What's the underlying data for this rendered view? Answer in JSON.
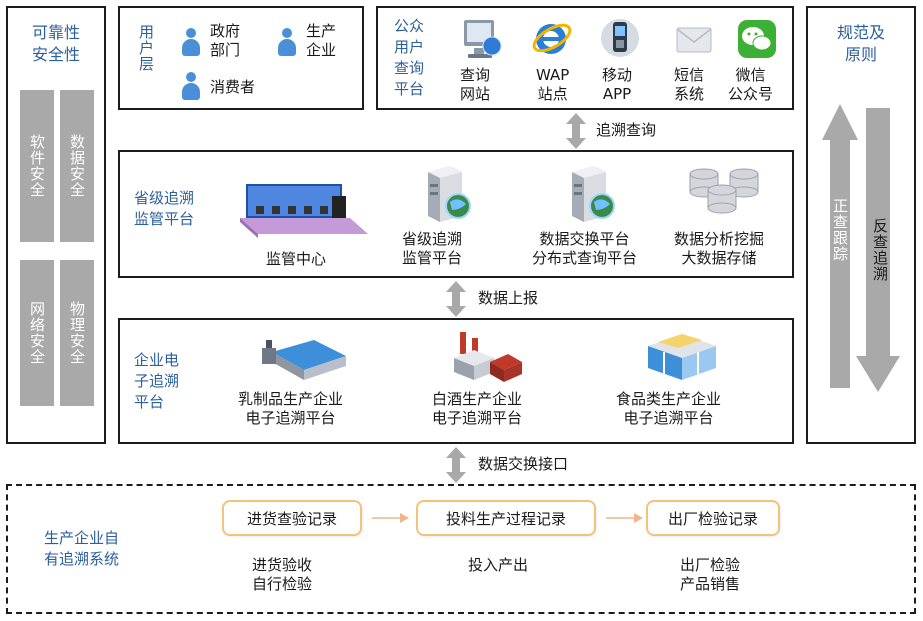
{
  "left_panel": {
    "title": "可靠性\n安全性",
    "pills": [
      "软件安全",
      "数据安全",
      "网络安全",
      "物理安全"
    ]
  },
  "right_panel": {
    "title": "规范及\n原则",
    "up_label": "正查跟踪",
    "down_label": "反查追溯"
  },
  "user_layer": {
    "title": "用户层",
    "users": [
      "政府\n部门",
      "生产\n企业",
      "消费者"
    ]
  },
  "query_platform": {
    "title": "公众\n用户\n查询\n平台",
    "channels": [
      {
        "icon": "monitor-icon",
        "label": "查询\n网站"
      },
      {
        "icon": "ie-browser-icon",
        "label": "WAP\n站点"
      },
      {
        "icon": "mobile-phone-icon",
        "label": "移动\nAPP"
      },
      {
        "icon": "sms-envelope-icon",
        "label": "短信\n系统"
      },
      {
        "icon": "wechat-icon",
        "label": "微信\n公众号"
      }
    ]
  },
  "connectors": {
    "trace_query": "追溯查询",
    "data_report": "数据上报",
    "data_exchange": "数据交换接口"
  },
  "province_platform": {
    "title": "省级追溯\n监管平台",
    "items": [
      {
        "icon": "control-center-icon",
        "label": "监管中心"
      },
      {
        "icon": "server-globe-icon",
        "label": "省级追溯\n监管平台"
      },
      {
        "icon": "server-globe-icon",
        "label": "数据交换平台\n分布式查询平台"
      },
      {
        "icon": "database-cluster-icon",
        "label": "数据分析挖掘\n大数据存储"
      }
    ]
  },
  "enterprise_platform": {
    "title": "企业电\n子追溯\n平台",
    "items": [
      {
        "icon": "dairy-factory-icon",
        "label": "乳制品生产企业\n电子追溯平台"
      },
      {
        "icon": "liquor-factory-icon",
        "label": "白酒生产企业\n电子追溯平台"
      },
      {
        "icon": "food-factory-icon",
        "label": "食品类生产企业\n电子追溯平台"
      }
    ]
  },
  "own_system": {
    "title": "生产企业自\n有追溯系统",
    "steps": [
      {
        "box": "进货查验记录",
        "desc": "进货验收\n自行检验"
      },
      {
        "box": "投料生产过程记录",
        "desc": "投入产出"
      },
      {
        "box": "出厂检验记录",
        "desc": "出厂检验\n产品销售"
      }
    ]
  },
  "colors": {
    "accent_blue": "#2b5f9e",
    "pill_grey": "#a9a9a9",
    "step_border": "#f5c27a",
    "step_arrow": "#f2b48a"
  }
}
